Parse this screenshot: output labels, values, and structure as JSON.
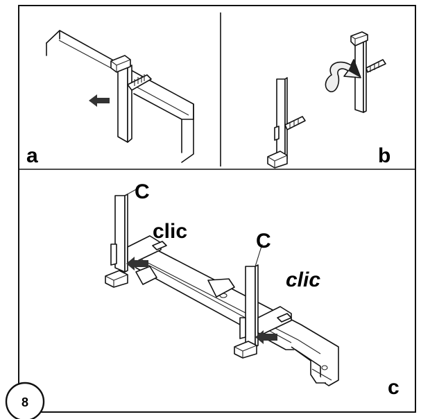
{
  "step_number": "8",
  "panels": {
    "a": {
      "label": "a"
    },
    "b": {
      "label": "b"
    },
    "c": {
      "label": "c"
    }
  },
  "annotations": {
    "callout_c_1": "C",
    "callout_c_2": "C",
    "clic_1": "clic",
    "clic_2": "clic"
  }
}
